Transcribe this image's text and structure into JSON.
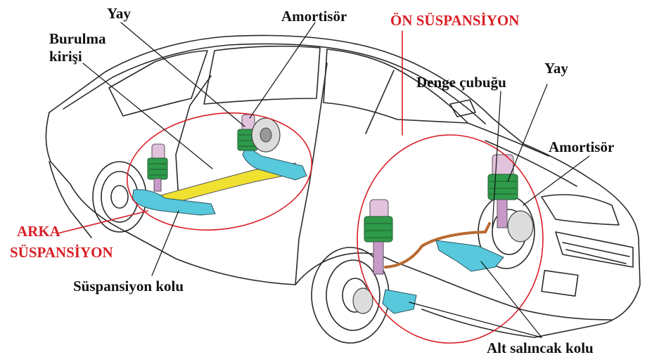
{
  "labels": {
    "yay_rear": "Yay",
    "amortisor_rear": "Amortisör",
    "burulma_line1": "Burulma",
    "burulma_line2": "kirişi",
    "on_suspansiyon": "ÖN SÜSPANSİYON",
    "denge_cubugu": "Denge çubuğu",
    "yay_front": "Yay",
    "amortisor_front": "Amortisör",
    "arka_line1": "ARKA",
    "arka_line2": "SÜSPANSİYON",
    "suspansiyon_kolu": "Süspansiyon kolu",
    "alt_salincak_kolu": "Alt salıncak kolu"
  },
  "colors": {
    "label_text": "#111111",
    "highlight_red": "#d81f26",
    "car_outline": "#2a2a2a",
    "torsion_beam": "#f0e030",
    "arm_cyan": "#58c8dc",
    "spring_green": "#2e9a4a",
    "boot_pink": "#e2c2dc",
    "strut_pink": "#c89ac8",
    "stabilizer_bar": "#b96a30"
  },
  "icons": [
    "car-outline-drawing",
    "rear-suspension-circle",
    "front-suspension-circle"
  ]
}
